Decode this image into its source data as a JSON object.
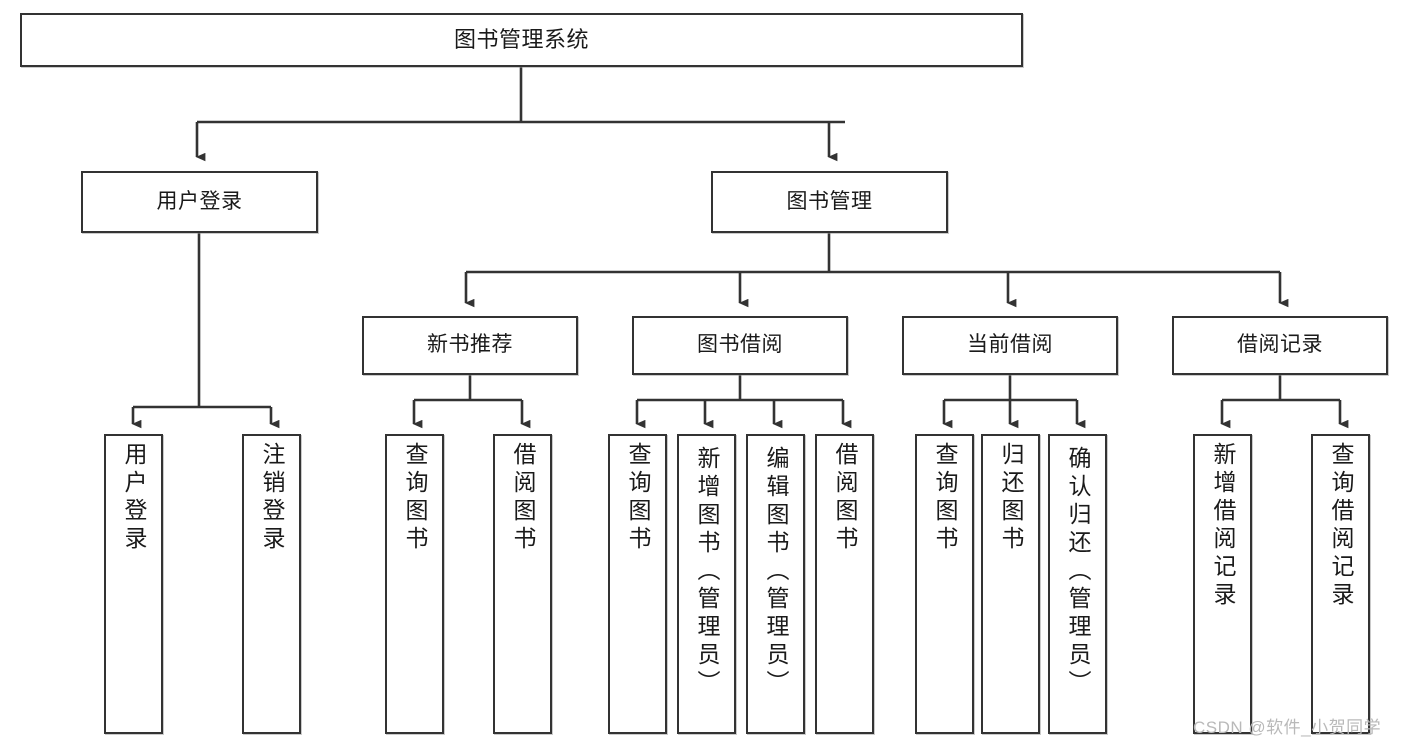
{
  "diagram": {
    "title": "图书管理系统",
    "type": "tree-structure-chart",
    "stroke_color": "#333333",
    "background_color": "#ffffff",
    "levels": {
      "root": {
        "label": "图书管理系统"
      },
      "level2": [
        {
          "label": "用户登录"
        },
        {
          "label": "图书管理"
        }
      ],
      "level3": [
        {
          "label": "新书推荐"
        },
        {
          "label": "图书借阅"
        },
        {
          "label": "当前借阅"
        },
        {
          "label": "借阅记录"
        }
      ],
      "leaves": [
        {
          "label": "用户登录",
          "parent": "用户登录"
        },
        {
          "label": "注销登录",
          "parent": "用户登录"
        },
        {
          "label": "查询图书",
          "parent": "新书推荐"
        },
        {
          "label": "借阅图书",
          "parent": "新书推荐"
        },
        {
          "label": "查询图书",
          "parent": "图书借阅"
        },
        {
          "label": "新增图书（管理员）",
          "parent": "图书借阅"
        },
        {
          "label": "编辑图书（管理员）",
          "parent": "图书借阅"
        },
        {
          "label": "借阅图书",
          "parent": "图书借阅"
        },
        {
          "label": "查询图书",
          "parent": "当前借阅"
        },
        {
          "label": "归还图书",
          "parent": "当前借阅"
        },
        {
          "label": "确认归还（管理员）",
          "parent": "当前借阅"
        },
        {
          "label": "新增借阅记录",
          "parent": "借阅记录"
        },
        {
          "label": "查询借阅记录",
          "parent": "借阅记录"
        }
      ]
    }
  },
  "watermark": {
    "text": "CSDN @软件_小贺同学"
  }
}
